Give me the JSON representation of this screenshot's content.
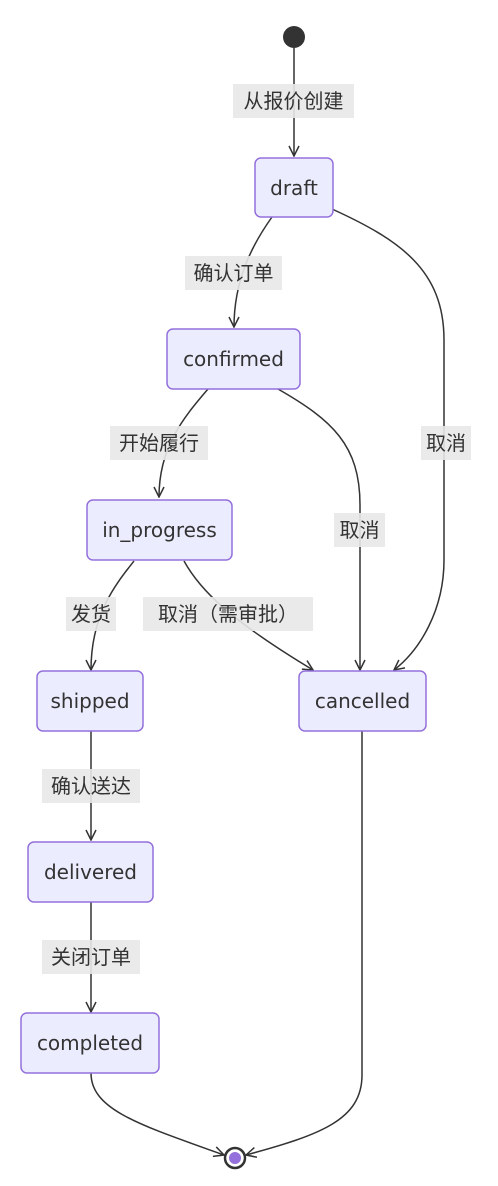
{
  "diagram": {
    "type": "state-diagram",
    "colors": {
      "state_fill": "#ECECFF",
      "state_border": "#9370DB",
      "text": "#333333",
      "edge": "#333333",
      "label_background": "#e8e8e8",
      "start_point": "#333333",
      "end_point_inner": "#9370DB"
    },
    "states": [
      {
        "id": "draft",
        "label": "draft"
      },
      {
        "id": "confirmed",
        "label": "confirmed"
      },
      {
        "id": "in_progress",
        "label": "in_progress"
      },
      {
        "id": "shipped",
        "label": "shipped"
      },
      {
        "id": "delivered",
        "label": "delivered"
      },
      {
        "id": "completed",
        "label": "completed"
      },
      {
        "id": "cancelled",
        "label": "cancelled"
      }
    ],
    "transitions": [
      {
        "id": "start-draft",
        "from": "start",
        "to": "draft",
        "label": "从报价创建"
      },
      {
        "id": "draft-confirmed",
        "from": "draft",
        "to": "confirmed",
        "label": "确认订单"
      },
      {
        "id": "draft-cancelled",
        "from": "draft",
        "to": "cancelled",
        "label": "取消"
      },
      {
        "id": "confirmed-in_progress",
        "from": "confirmed",
        "to": "in_progress",
        "label": "开始履行"
      },
      {
        "id": "confirmed-cancelled",
        "from": "confirmed",
        "to": "cancelled",
        "label": "取消"
      },
      {
        "id": "in_progress-shipped",
        "from": "in_progress",
        "to": "shipped",
        "label": "发货"
      },
      {
        "id": "in_progress-cancelled",
        "from": "in_progress",
        "to": "cancelled",
        "label": "取消（需审批）"
      },
      {
        "id": "shipped-delivered",
        "from": "shipped",
        "to": "delivered",
        "label": "确认送达"
      },
      {
        "id": "delivered-completed",
        "from": "delivered",
        "to": "completed",
        "label": "关闭订单"
      },
      {
        "id": "completed-end",
        "from": "completed",
        "to": "end",
        "label": ""
      },
      {
        "id": "cancelled-end",
        "from": "cancelled",
        "to": "end",
        "label": ""
      }
    ]
  }
}
